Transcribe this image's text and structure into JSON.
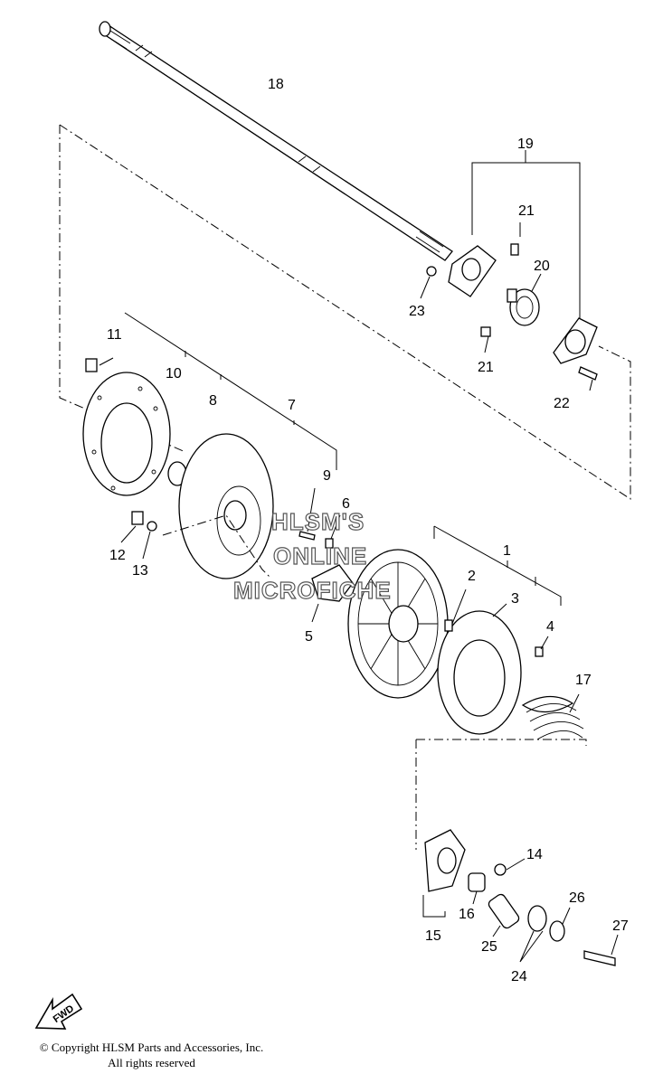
{
  "callouts": {
    "c1": "1",
    "c2": "2",
    "c3": "3",
    "c4": "4",
    "c5": "5",
    "c6": "6",
    "c7": "7",
    "c8": "8",
    "c9": "9",
    "c10": "10",
    "c11": "11",
    "c12": "12",
    "c13": "13",
    "c14": "14",
    "c15": "15",
    "c16": "16",
    "c17": "17",
    "c18": "18",
    "c19": "19",
    "c20": "20",
    "c21a": "21",
    "c21b": "21",
    "c22": "22",
    "c23": "23",
    "c24": "24",
    "c25": "25",
    "c26": "26",
    "c27": "27"
  },
  "watermark": {
    "line1": "HLSM'S",
    "line2": "ONLINE",
    "line3": "MICROFICHE"
  },
  "fwd_label": "FWD",
  "copyright": {
    "line1": "© Copyright HLSM Parts and Accessories, Inc.",
    "line2": "All rights reserved"
  }
}
